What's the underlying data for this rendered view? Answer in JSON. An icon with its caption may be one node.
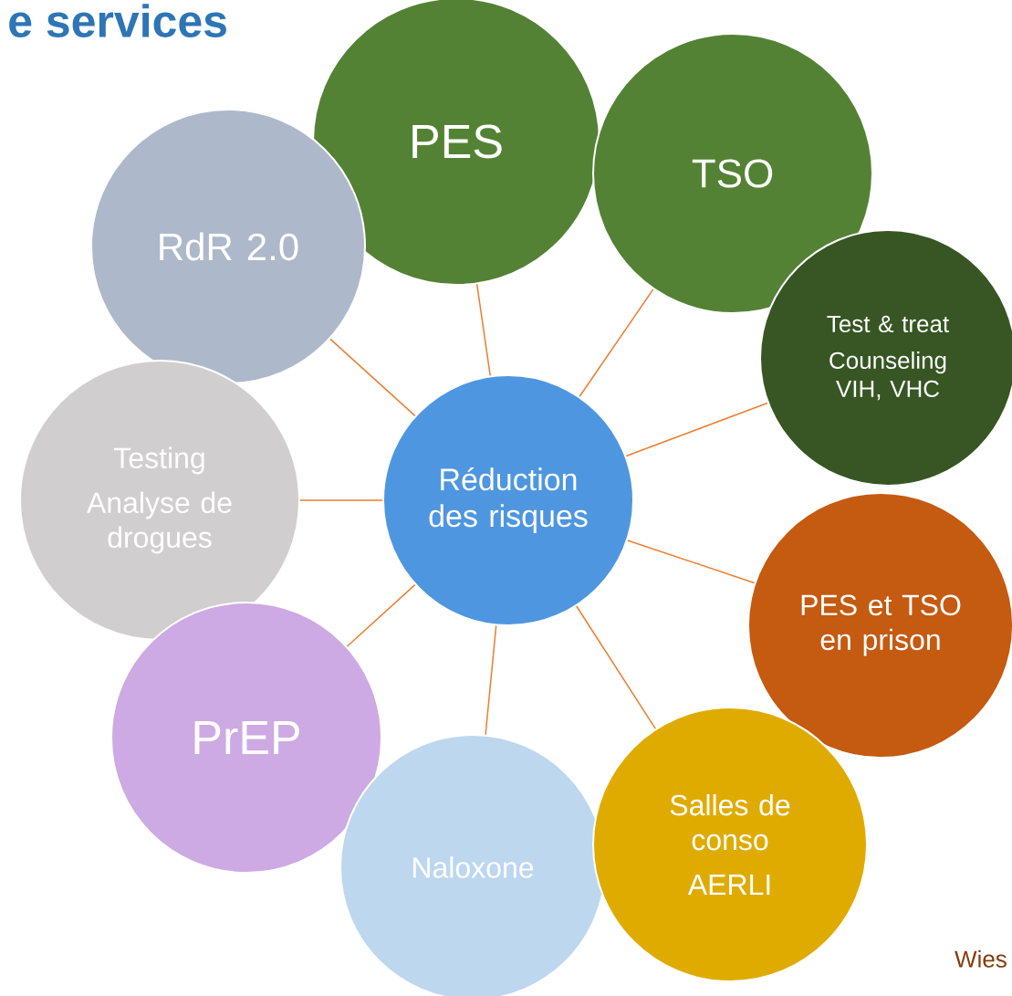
{
  "diagram": {
    "title": "e services",
    "nodes": [
      {
        "text": [
          "Réduction des risques"
        ]
      },
      {
        "text": [
          "PES"
        ]
      },
      {
        "text": [
          "TSO"
        ]
      },
      {
        "text": [
          "RdR 2.0"
        ]
      },
      {
        "text": [
          "Test & treat",
          "Counseling VIH, VHC"
        ]
      },
      {
        "text": [
          "Testing",
          "Analyse de drogues"
        ]
      },
      {
        "text": [
          "PES et TSO en prison"
        ]
      },
      {
        "text": [
          "PrEP"
        ]
      },
      {
        "text": [
          "Salles de conso",
          "AERLI"
        ]
      },
      {
        "text": [
          "Naloxone"
        ]
      }
    ],
    "edges": [
      {
        "from": 0,
        "to": 1,
        "arrow": "none"
      },
      {
        "from": 0,
        "to": 2,
        "arrow": "none"
      },
      {
        "from": 0,
        "to": 3,
        "arrow": "none"
      },
      {
        "from": 0,
        "to": 4,
        "arrow": "none"
      },
      {
        "from": 0,
        "to": 5,
        "arrow": "none"
      },
      {
        "from": 0,
        "to": 6,
        "arrow": "none"
      },
      {
        "from": 0,
        "to": 7,
        "arrow": "none"
      },
      {
        "from": 0,
        "to": 8,
        "arrow": "none"
      },
      {
        "from": 0,
        "to": 9,
        "arrow": "none"
      }
    ],
    "labels": [
      "Wies"
    ]
  }
}
